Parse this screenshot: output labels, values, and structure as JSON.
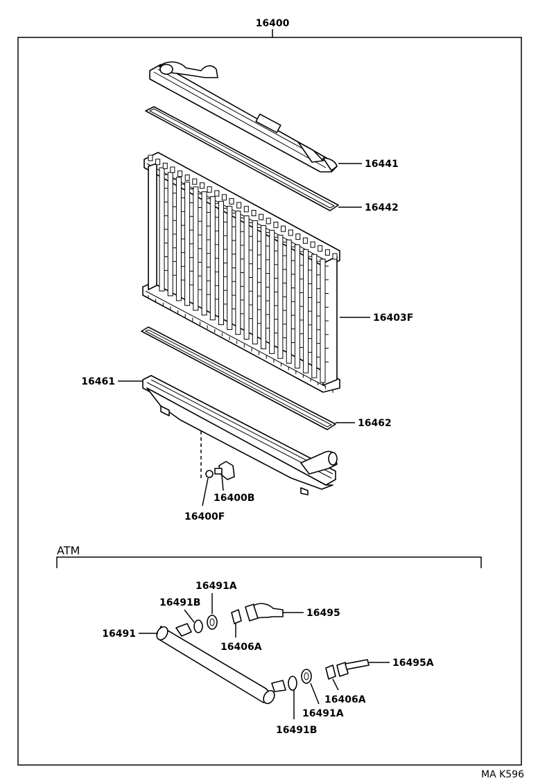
{
  "diagram": {
    "assembly_number": "16400",
    "section_title": "ATM",
    "figure_code": "MA K596",
    "parts": {
      "upper_tank": "16441",
      "upper_gasket": "16442",
      "core": "16403F",
      "lower_tank": "16461",
      "lower_gasket": "16462",
      "drain_cock_plug": "16400B",
      "drain_cock_oring": "16400F",
      "oil_cooler_pipe": "16491",
      "gasket_upper_b": "16491B",
      "gasket_upper_a": "16491A",
      "hose_union": "16495",
      "nut_upper": "16406A",
      "union_bolt": "16495A",
      "nut_lower": "16406A",
      "gasket_lower_a": "16491A",
      "gasket_lower_b": "16491B"
    }
  }
}
